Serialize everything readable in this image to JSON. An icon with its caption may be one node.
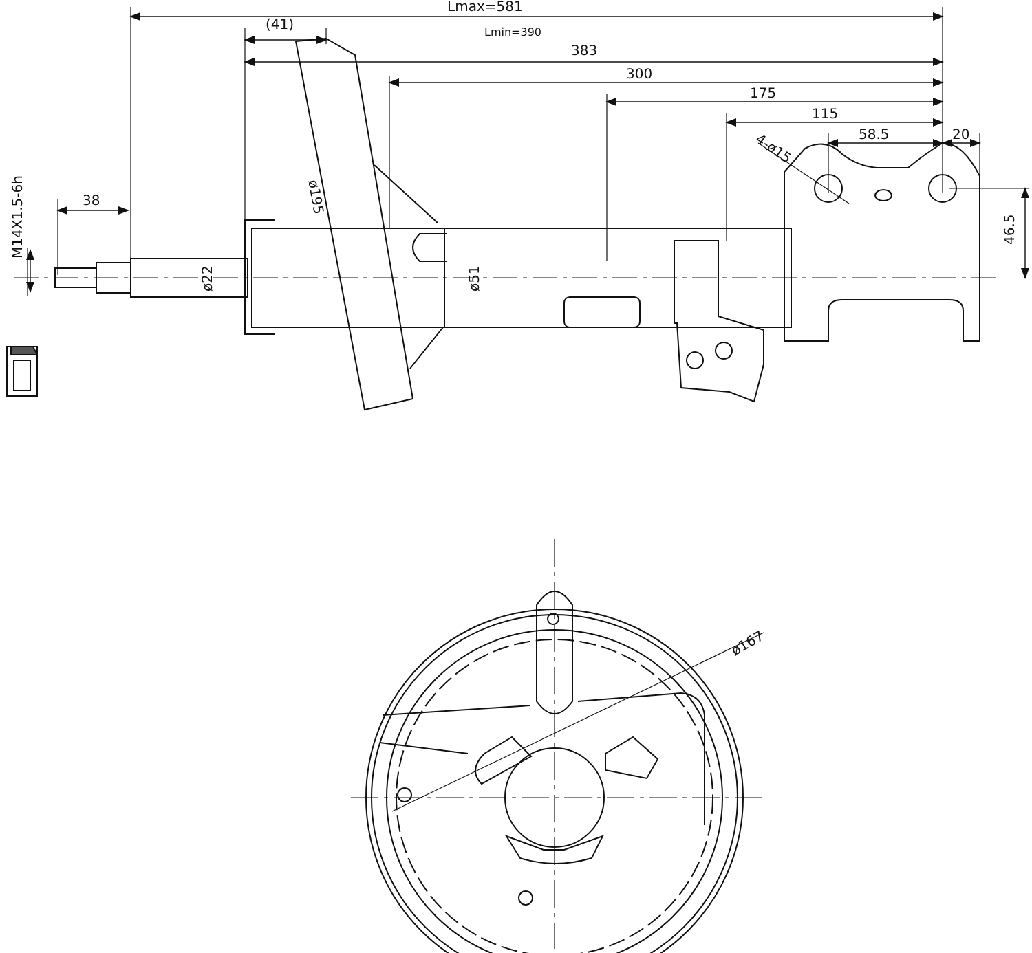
{
  "diagram": {
    "labels": [
      "Lmax=581",
      "(41)",
      "Lmin=390",
      "383",
      "300",
      "175",
      "115",
      "4-ø15",
      "58.5",
      "20",
      "38",
      "M14X1.5-6h",
      "ø195",
      "ø22",
      "ø51",
      "46.5",
      "ø167"
    ]
  }
}
